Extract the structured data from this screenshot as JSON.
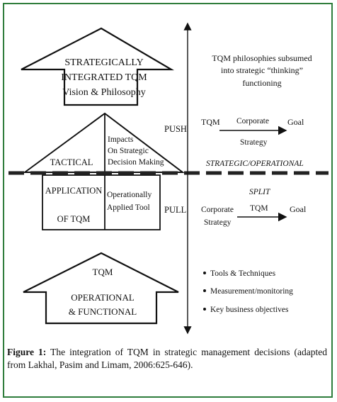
{
  "diagram": {
    "top_house": {
      "line1": "STRATEGICALLY",
      "line2": "INTEGRATED TQM",
      "line3": "Vision & Philosophy"
    },
    "tactical": {
      "label": "TACTICAL",
      "impacts_line1": "Impacts",
      "impacts_line2": "On Strategic",
      "impacts_line3": "Decision Making",
      "application_line1": "APPLICATION",
      "application_line2": "OF TQM",
      "tool_line1": "Operationally",
      "tool_line2": "Applied Tool"
    },
    "bottom_house": {
      "line1": "TQM",
      "line2": "OPERATIONAL",
      "line3": "& FUNCTIONAL"
    },
    "push_label": "PUSH",
    "pull_label": "PULL",
    "right": {
      "philosophy_line1": "TQM philosophies subsumed",
      "philosophy_line2": "into strategic “thinking”",
      "philosophy_line3": "functioning",
      "push_flow": {
        "from": "TQM",
        "middle_top": "Corporate",
        "middle_bottom": "Strategy",
        "to": "Goal"
      },
      "divider_label": "STRATEGIC/OPERATIONAL",
      "split_label": "SPLIT",
      "pull_flow": {
        "from_top": "Corporate",
        "from_bottom": "Strategy",
        "middle": "TQM",
        "to": "Goal"
      },
      "bullets": [
        "Tools & Techniques",
        "Measurement/monitoring",
        "Key business objectives"
      ]
    }
  },
  "caption": {
    "label": "Figure 1:",
    "text": " The integration of TQM in strategic management decisions (adapted from Lakhal, Pasim and Limam, 2006:625-646)."
  },
  "colors": {
    "border": "#2f7d3c",
    "ink": "#111111"
  }
}
